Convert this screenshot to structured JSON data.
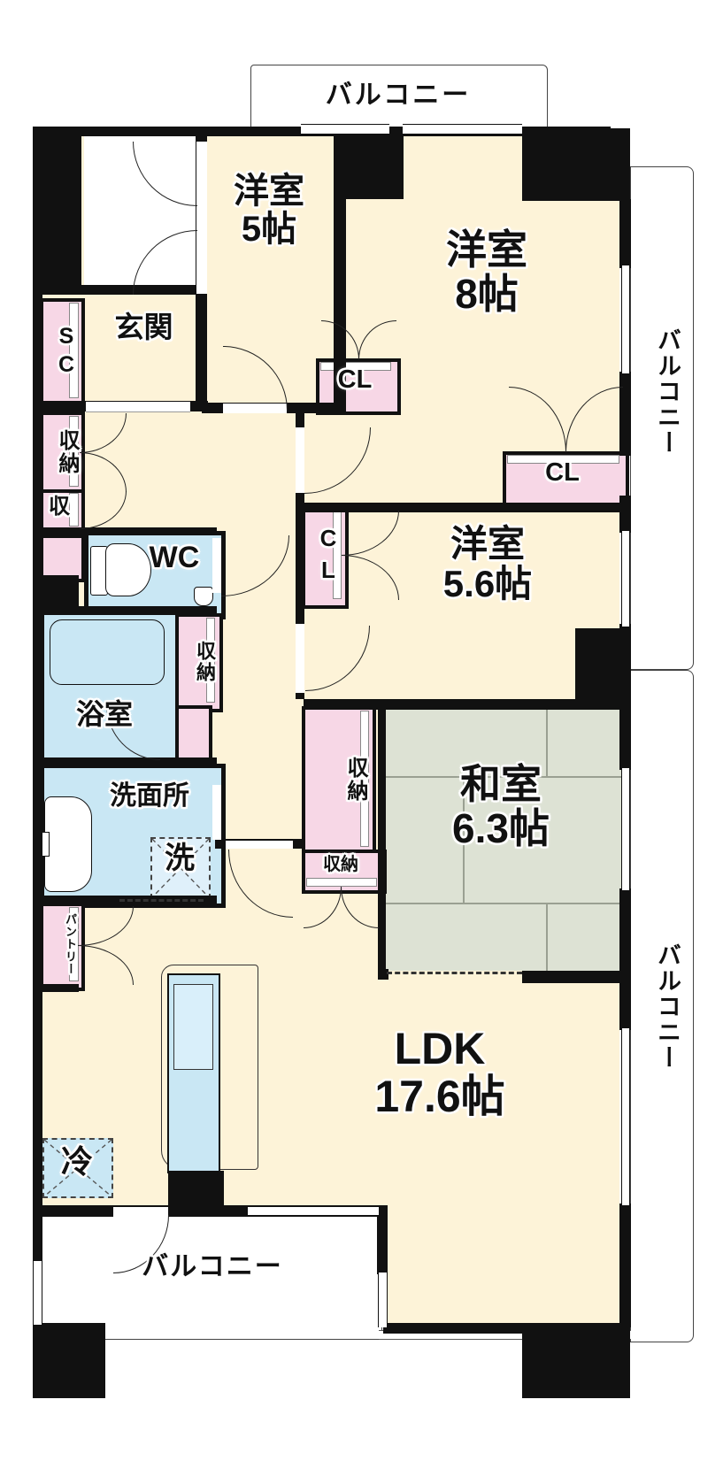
{
  "floorplan": {
    "balconies": {
      "top": "バルコニー",
      "right_upper": "バルコニー",
      "right_lower": "バルコニー",
      "bottom": "バルコニー"
    },
    "rooms": {
      "western5": {
        "name": "洋室",
        "size": "5帖"
      },
      "western8": {
        "name": "洋室",
        "size": "8帖"
      },
      "western56": {
        "name": "洋室",
        "size": "5.6帖"
      },
      "japanese63": {
        "name": "和室",
        "size": "6.3帖"
      },
      "ldk": {
        "name": "LDK",
        "size": "17.6帖"
      },
      "entrance": "玄関",
      "bathroom": "浴室",
      "washroom": "洗面所",
      "toilet": "WC"
    },
    "storage": {
      "shoe_closet": "SC",
      "closet": "収納",
      "closet_short": "収",
      "cl": "CL",
      "pantry": "パントリー"
    },
    "fixtures": {
      "washing_machine": "洗",
      "refrigerator": "冷"
    },
    "colors": {
      "floor_cream": "#fdf3d8",
      "tatami_green": "#dde2d4",
      "wet_area_blue": "#c9e7f4",
      "storage_pink": "#f7d7e6",
      "wall_black": "#111111",
      "balcony_outline": "#555555"
    }
  }
}
